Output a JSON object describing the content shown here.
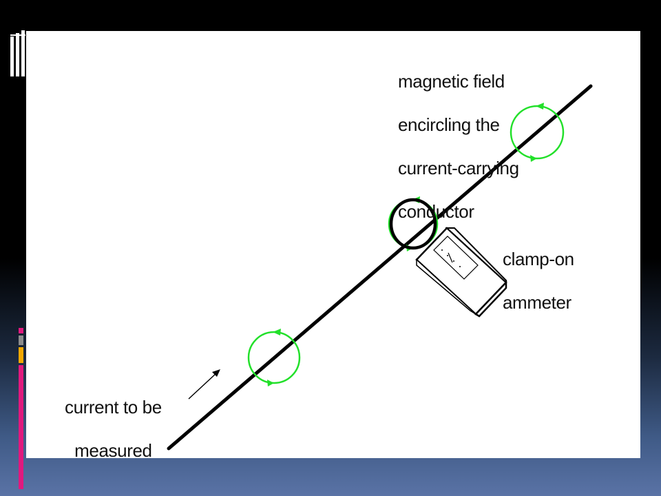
{
  "colors": {
    "field_loop": "#22e02a",
    "conductor": "#000000",
    "accent_magenta": "#e0197e",
    "accent_orange": "#f5a800",
    "accent_gray": "#8c8c8c"
  },
  "diagram": {
    "label_field": [
      "magnetic field",
      "encircling the",
      "current-carrying",
      "conductor"
    ],
    "label_ammeter": [
      "clamp-on",
      "ammeter"
    ],
    "label_current": [
      "current to be",
      "measured"
    ]
  },
  "icons": [
    "slide-lines-icon",
    "current-direction-arrow-icon",
    "field-direction-arrow-icon",
    "meter-scale-icon"
  ]
}
